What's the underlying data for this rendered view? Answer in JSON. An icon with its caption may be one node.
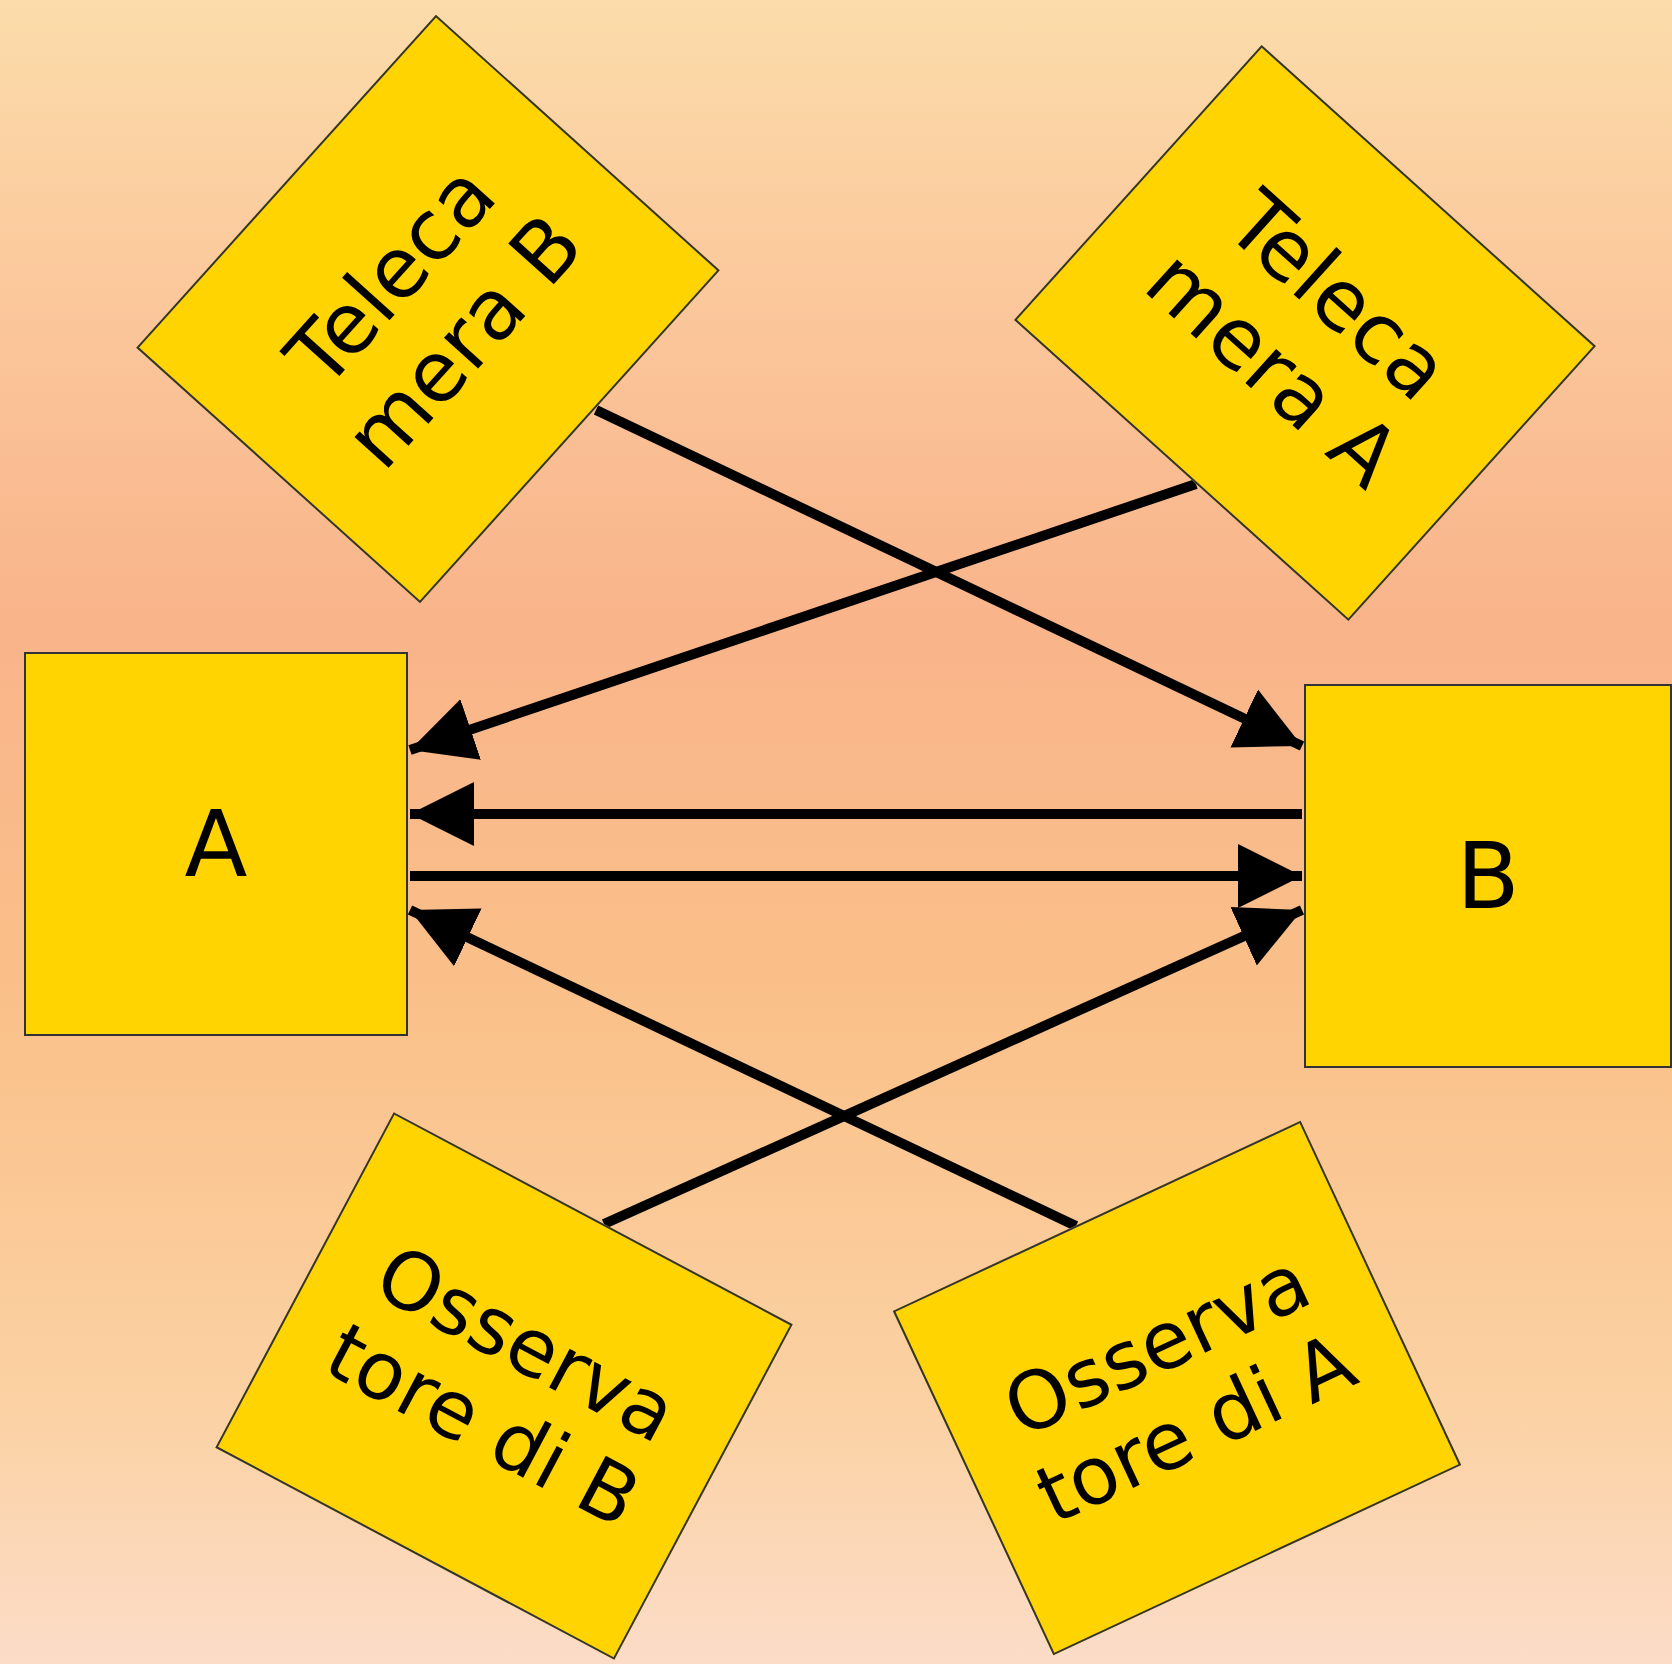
{
  "diagram": {
    "nodes": [
      {
        "text": [
          "Teleca mera B"
        ]
      },
      {
        "text": [
          "Teleca mera A"
        ]
      },
      {
        "text": [
          "A"
        ]
      },
      {
        "text": [
          "B"
        ]
      },
      {
        "text": [
          "Osserva tore di B"
        ]
      },
      {
        "text": [
          "Osserva tore di A"
        ]
      }
    ],
    "edges": [
      {
        "from": 0,
        "to": 3,
        "arrow": "to"
      },
      {
        "from": 1,
        "to": 2,
        "arrow": "to"
      },
      {
        "from": 3,
        "to": 2,
        "arrow": "to"
      },
      {
        "from": 2,
        "to": 3,
        "arrow": "to"
      },
      {
        "from": 4,
        "to": 3,
        "arrow": "to"
      },
      {
        "from": 5,
        "to": 2,
        "arrow": "to"
      }
    ]
  }
}
